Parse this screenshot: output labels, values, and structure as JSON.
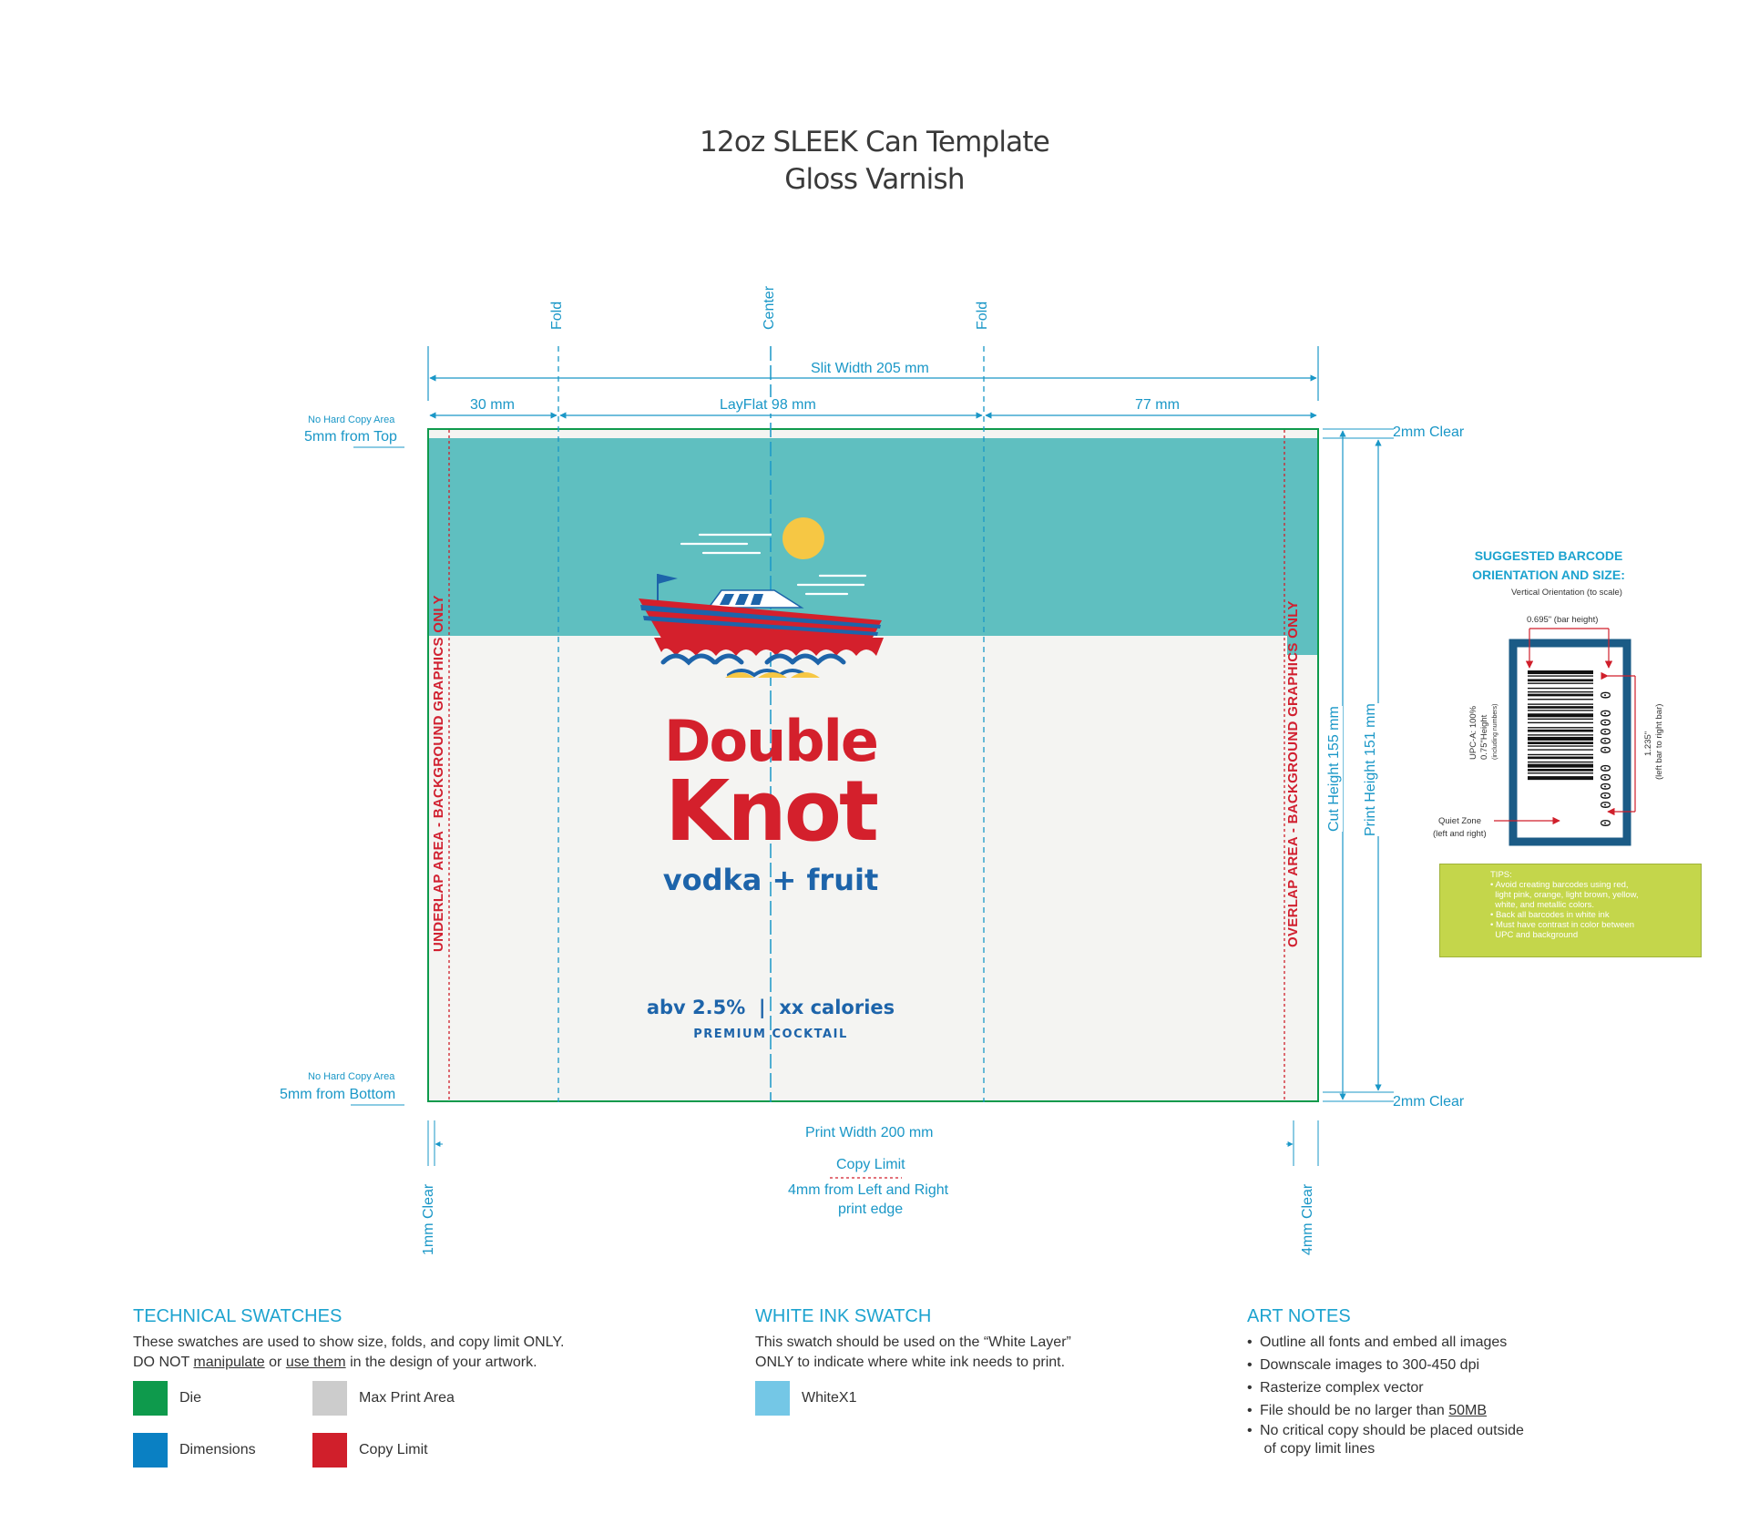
{
  "header": {
    "title_line1": "12oz SLEEK Can Template",
    "title_line2": "Gloss Varnish"
  },
  "guides": {
    "fold_left": "Fold",
    "center": "Center",
    "fold_right": "Fold"
  },
  "dimensions": {
    "slit_width": "Slit Width 205 mm",
    "left_panel": "30 mm",
    "layflat": "LayFlat 98 mm",
    "right_panel": "77 mm",
    "clear_top": "2mm Clear",
    "clear_bottom": "2mm Clear",
    "cut_height": "Cut Height 155 mm",
    "print_height": "Print Height 151 mm",
    "print_width": "Print Width 200 mm",
    "copy_limit": "Copy Limit",
    "copy_limit_desc_1": "4mm from Left and Right",
    "copy_limit_desc_2": "print edge",
    "clear_left": "1mm Clear",
    "clear_right": "4mm Clear"
  },
  "no_copy_top": {
    "small": "No Hard Copy Area",
    "main_prefix": "5mm from",
    "main_underline": "Top"
  },
  "no_copy_bottom": {
    "small": "No Hard Copy Area",
    "main_prefix": "5mm from",
    "main_underline": "Bottom"
  },
  "overlap": {
    "underlap": "UNDERLAP AREA - BACKGROUND GRAPHICS ONLY",
    "overlap": "OVERLAP AREA - BACKGROUND GRAPHICS ONLY"
  },
  "brand": {
    "line1": "Double",
    "line2": "Knot",
    "line3": "vodka + fruit",
    "stats": "abv 2.5%  |  xx calories",
    "tagline": "PREMIUM COCKTAIL"
  },
  "barcode": {
    "heading1": "SUGGESTED BARCODE",
    "heading2": "ORIENTATION AND SIZE:",
    "sub": "Vertical Orientation (to scale)",
    "bar_height": "0.695\" (bar height)",
    "upc1": "UPC-A: 100%",
    "upc2": "0.75\"Height",
    "upc3": "(including numbers)",
    "width1": "1.235\"",
    "width2": "(left bar to right bar)",
    "quiet1": "Quiet Zone",
    "quiet2": "(left and right)",
    "digits": "0 00000 00000 0"
  },
  "tips": {
    "title": "TIPS:",
    "items": [
      "• Avoid creating barcodes using red,",
      "  light pink, orange, light brown, yellow,",
      "  white, and metallic colors.",
      "• Back all barcodes in white ink",
      "• Must have contrast in color between",
      "  UPC and background"
    ]
  },
  "technical": {
    "title": "TECHNICAL SWATCHES",
    "desc1": "These swatches are used to show size, folds, and copy limit ONLY.",
    "desc2_a": "DO NOT",
    "desc2_b": "manipulate",
    "desc2_c": "or",
    "desc2_d": "use them",
    "desc2_e": "in the design of your artwork.",
    "swatches": [
      {
        "label": "Die",
        "color": "#0e9a4c"
      },
      {
        "label": "Max Print Area",
        "color": "#cccccc"
      },
      {
        "label": "Dimensions",
        "color": "#0a80c3"
      },
      {
        "label": "Copy Limit",
        "color": "#d01f2b"
      }
    ]
  },
  "white_ink": {
    "title": "WHITE INK SWATCH",
    "desc1": "This swatch should be used on the “White Layer”",
    "desc2": "ONLY to indicate where white ink needs to print.",
    "swatch_label": "WhiteX1",
    "swatch_color": "#74c7e6"
  },
  "art_notes": {
    "title": "ART NOTES",
    "items": [
      "Outline all fonts and embed all images",
      "Downscale images to 300-450 dpi",
      "Rasterize complex vector"
    ],
    "file_size_prefix": "File should be no larger than",
    "file_size_value": "50MB",
    "copy_line1": "No critical copy should be placed outside",
    "copy_line2": "of copy limit lines"
  },
  "colors": {
    "teal": "#5fbfc0",
    "can_bg": "#f4f4f2",
    "die": "#0e9a4c",
    "dimension": "#1a97c7",
    "copy_limit": "#d01f2b"
  }
}
